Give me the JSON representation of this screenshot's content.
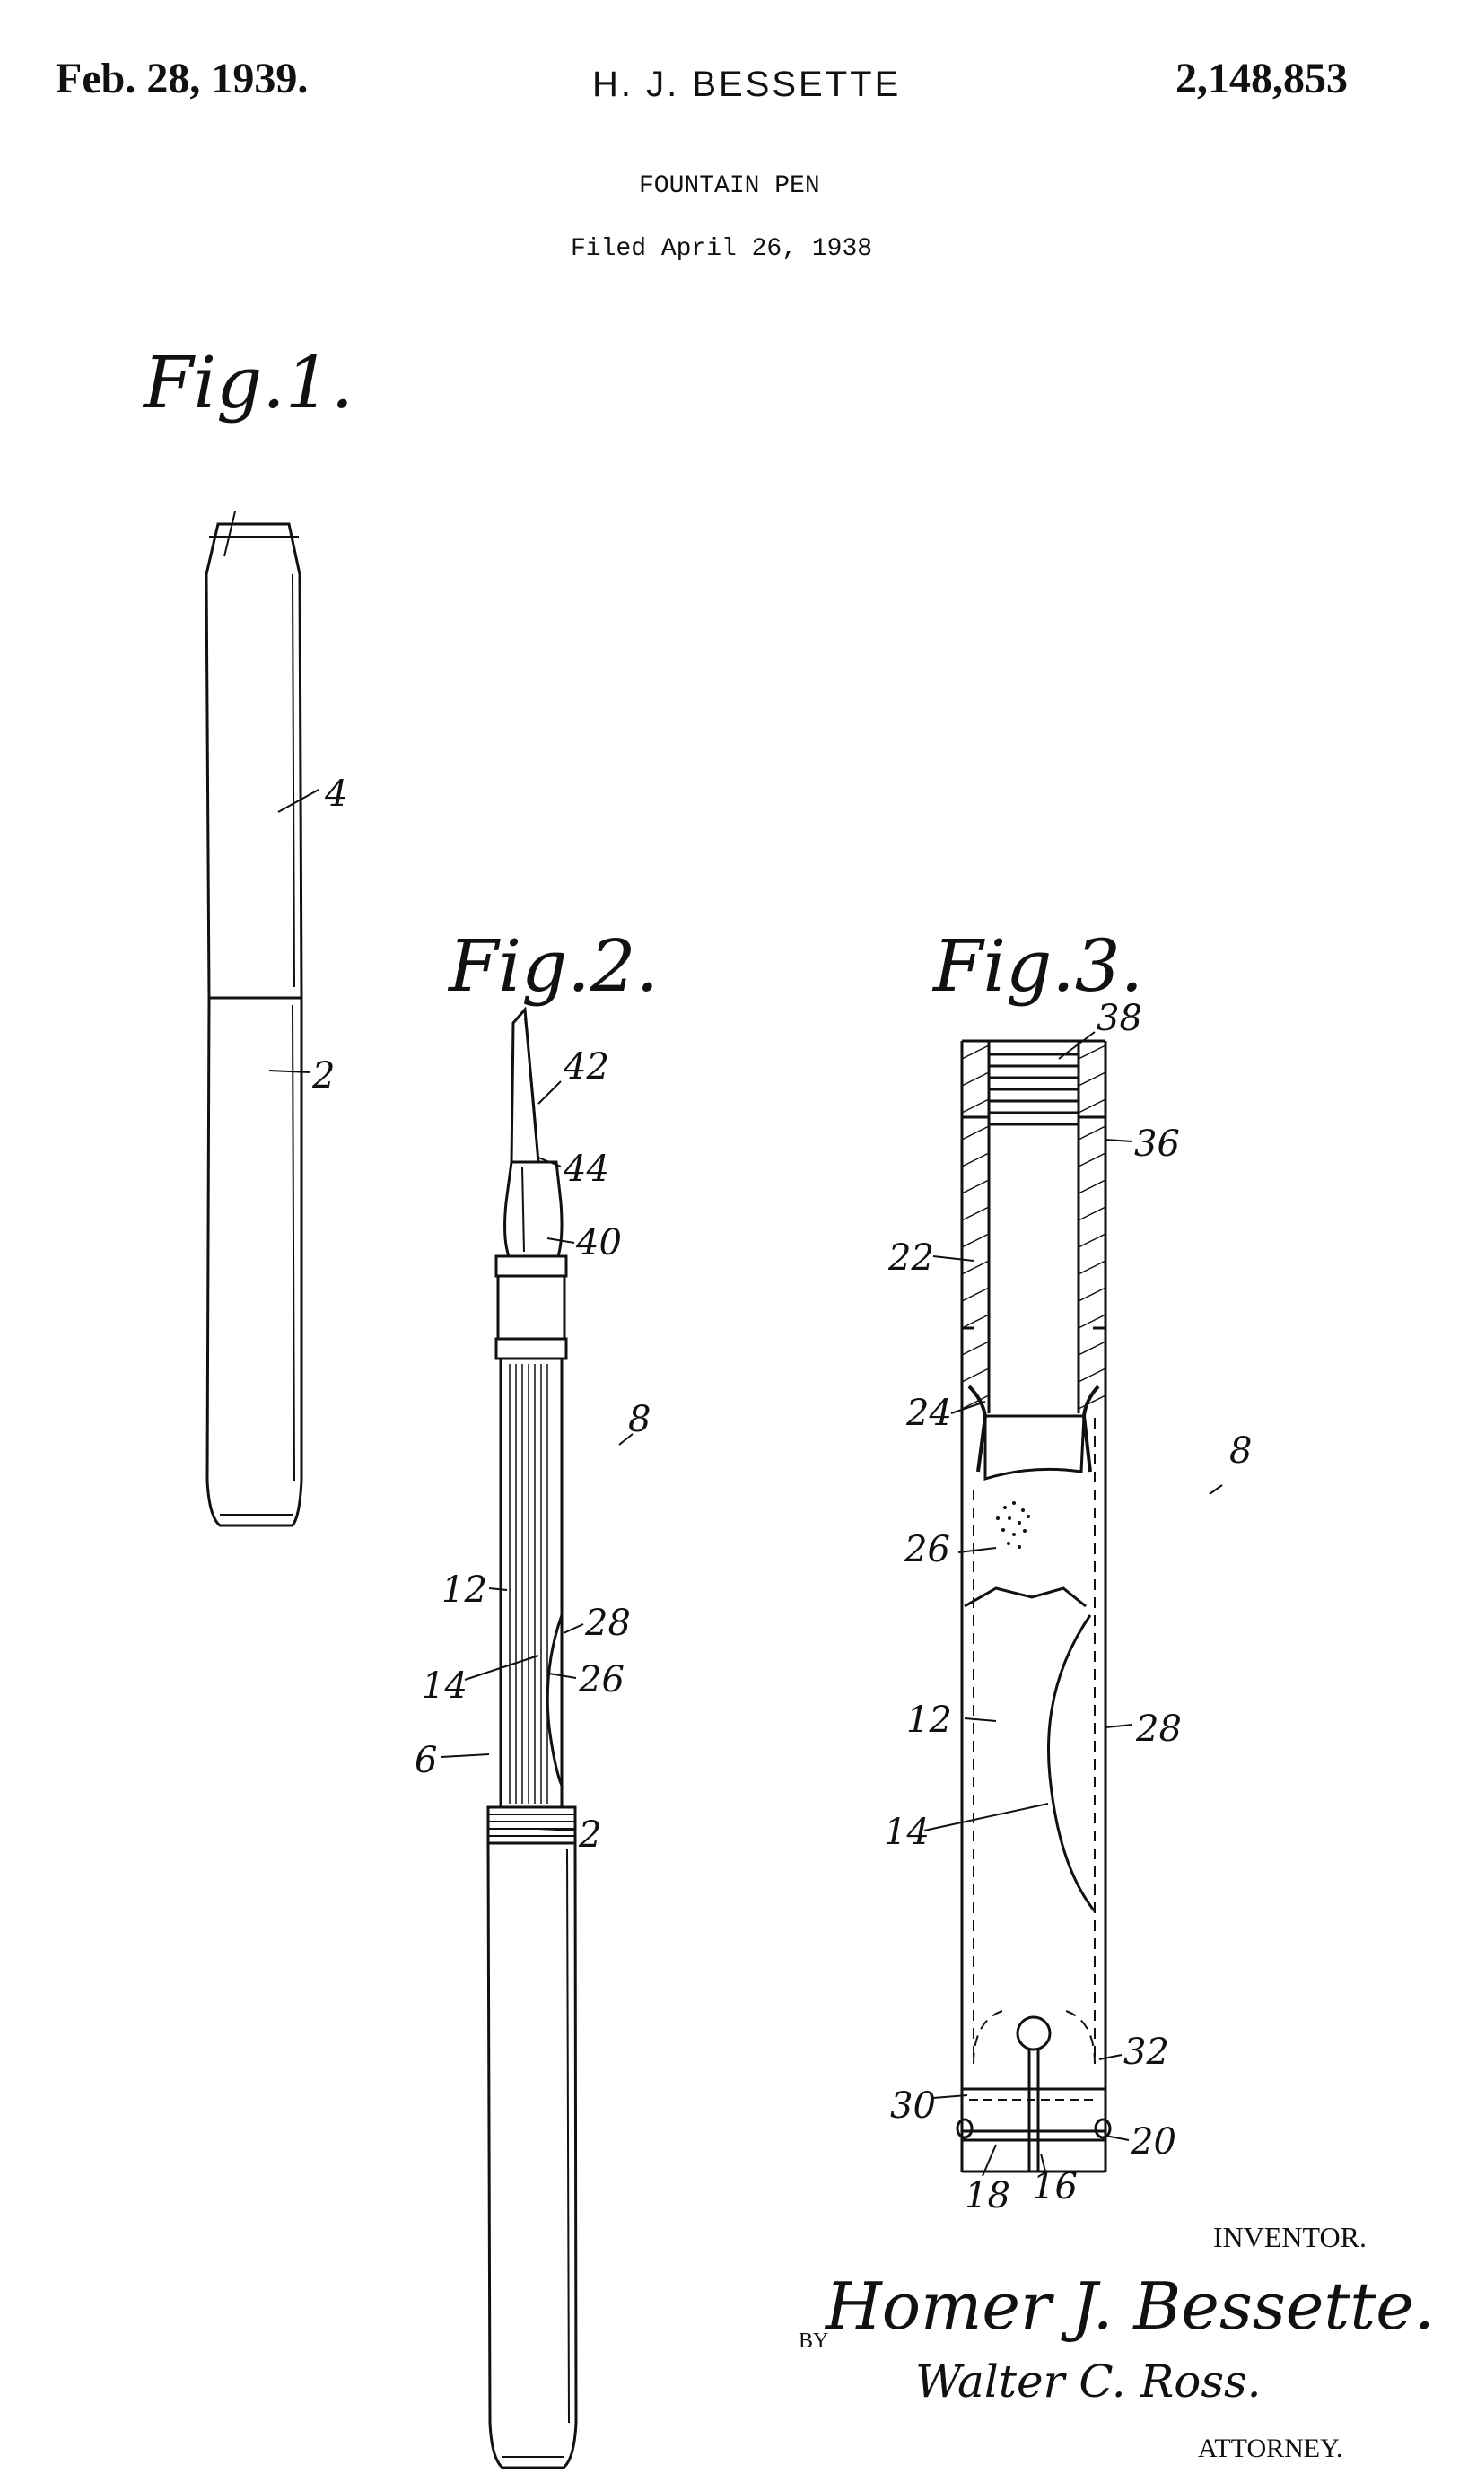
{
  "header": {
    "date": "Feb. 28, 1939.",
    "inventor_name": "H. J. BESSETTE",
    "patent_number": "2,148,853",
    "title": "FOUNTAIN PEN",
    "filed": "Filed April 26, 1938"
  },
  "figures": {
    "fig1": "Fig.1.",
    "fig2": "Fig.2.",
    "fig3": "Fig.3."
  },
  "refs": {
    "fig1": [
      "4",
      "2"
    ],
    "fig2": [
      "42",
      "44",
      "40",
      "8",
      "12",
      "28",
      "14",
      "26",
      "6",
      "2"
    ],
    "fig3": [
      "38",
      "36",
      "22",
      "24",
      "8",
      "26",
      "12",
      "28",
      "14",
      "32",
      "30",
      "20",
      "18",
      "16"
    ]
  },
  "footer": {
    "inventor_label": "INVENTOR.",
    "by": "BY",
    "inventor_signature": "Homer J. Bessette.",
    "attorney_signature": "Walter C. Ross.",
    "attorney_label": "ATTORNEY."
  }
}
